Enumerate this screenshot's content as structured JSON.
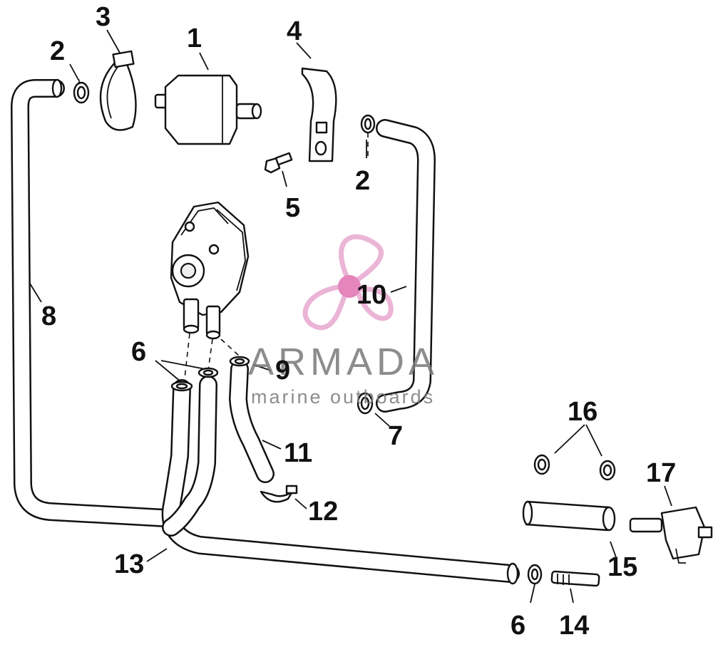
{
  "diagram": {
    "callouts": [
      {
        "id": "c1",
        "text": "1"
      },
      {
        "id": "c2a",
        "text": "2"
      },
      {
        "id": "c2b",
        "text": "2"
      },
      {
        "id": "c3",
        "text": "3"
      },
      {
        "id": "c4",
        "text": "4"
      },
      {
        "id": "c5",
        "text": "5"
      },
      {
        "id": "c6a",
        "text": "6"
      },
      {
        "id": "c6b",
        "text": "6"
      },
      {
        "id": "c7",
        "text": "7"
      },
      {
        "id": "c8",
        "text": "8"
      },
      {
        "id": "c9",
        "text": "9"
      },
      {
        "id": "c10",
        "text": "10"
      },
      {
        "id": "c11",
        "text": "11"
      },
      {
        "id": "c12",
        "text": "12"
      },
      {
        "id": "c13",
        "text": "13"
      },
      {
        "id": "c14",
        "text": "14"
      },
      {
        "id": "c15",
        "text": "15"
      },
      {
        "id": "c16",
        "text": "16"
      },
      {
        "id": "c17",
        "text": "17"
      }
    ]
  },
  "watermark": {
    "title": "ARMADA",
    "subtitle": "marine outboards",
    "title_color": "#7a7a7a",
    "accent_color": "#e8a8cf"
  }
}
